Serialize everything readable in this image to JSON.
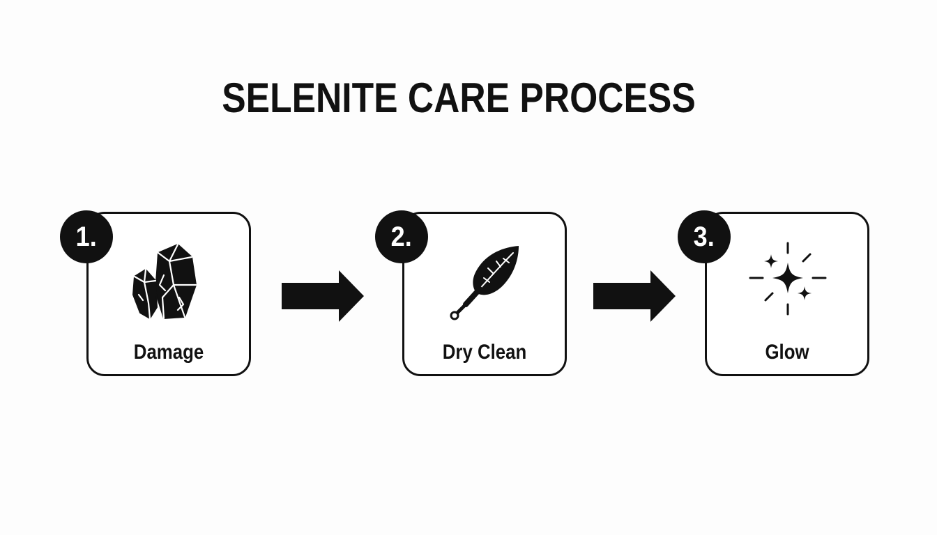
{
  "title": "SELENITE CARE PROCESS",
  "steps": [
    {
      "number": "1.",
      "label": "Damage",
      "icon": "cracked-crystal-icon"
    },
    {
      "number": "2.",
      "label": "Dry Clean",
      "icon": "feather-duster-icon"
    },
    {
      "number": "3.",
      "label": "Glow",
      "icon": "sparkle-icon"
    }
  ],
  "colors": {
    "ink": "#111111",
    "background": "#fdfdfd",
    "card": "#ffffff"
  }
}
